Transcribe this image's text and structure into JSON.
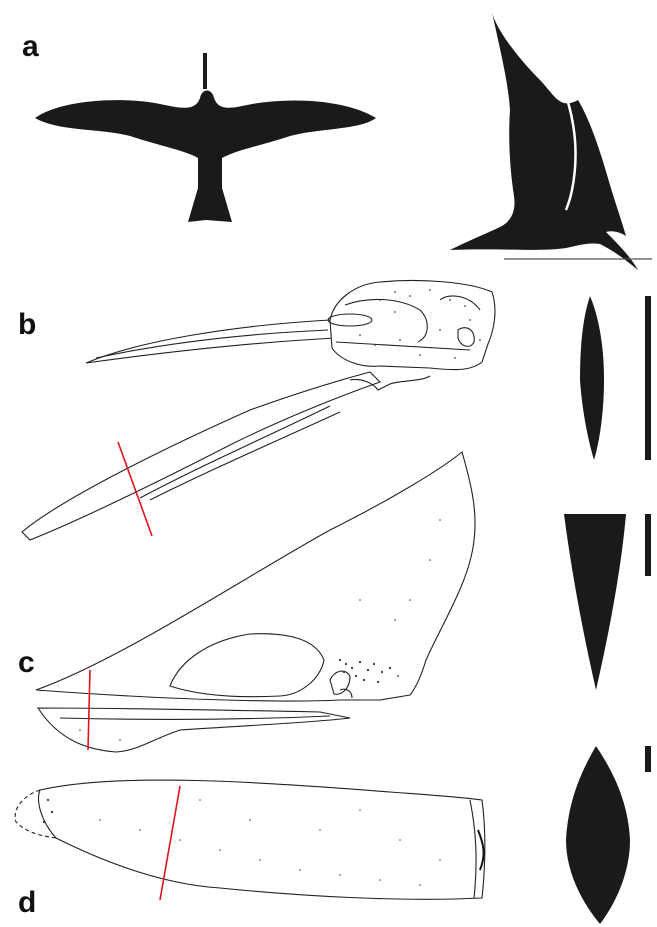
{
  "figure": {
    "panels": [
      {
        "id": "a",
        "label": "a"
      },
      {
        "id": "b",
        "label": "b"
      },
      {
        "id": "c",
        "label": "c"
      },
      {
        "id": "d",
        "label": "d"
      }
    ]
  },
  "colors": {
    "silhouette": "#1a1a1a",
    "section_line": "#e0141e",
    "outline": "#222222",
    "background": "#ffffff"
  }
}
